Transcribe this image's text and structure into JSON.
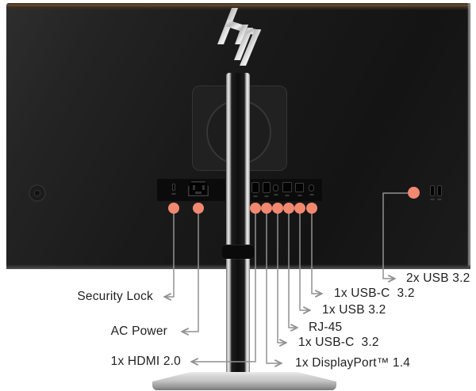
{
  "brand": {
    "name": "hp"
  },
  "diagram": {
    "subject": "monitor-rear-port-diagram"
  },
  "labels": {
    "security_lock": "Security Lock",
    "ac_power": "AC Power",
    "hdmi": "1x HDMI 2.0",
    "displayport": "1x DisplayPort™ 1.4",
    "usb_c_lower": "1x USB-C  3.2",
    "rj45": "RJ-45",
    "usb_a": "1x USB 3.2",
    "usb_c_upper": "1x USB-C  3.2",
    "usb_side": "2x USB 3.2"
  },
  "ports": {
    "left_panel": [
      "security-lock-slot",
      "ac-power-inlet"
    ],
    "rear_panel": [
      "hdmi",
      "displayport",
      "usb-c",
      "rj-45",
      "usb-a",
      "usb-c"
    ],
    "side_panel": [
      "usb-a",
      "usb-a"
    ]
  },
  "icons": {
    "brand_logo": "hp-logo",
    "callout_marker": "coral-dot"
  },
  "colors": {
    "callout_dot": "#F2886F",
    "callout_line": "#919191",
    "label_text": "#1F1F1F",
    "monitor_body": "#1A1A1A",
    "top_accent_bronze": "#6B5236",
    "stand_silver": "#C9C9C9",
    "background": "#FFFFFF"
  }
}
